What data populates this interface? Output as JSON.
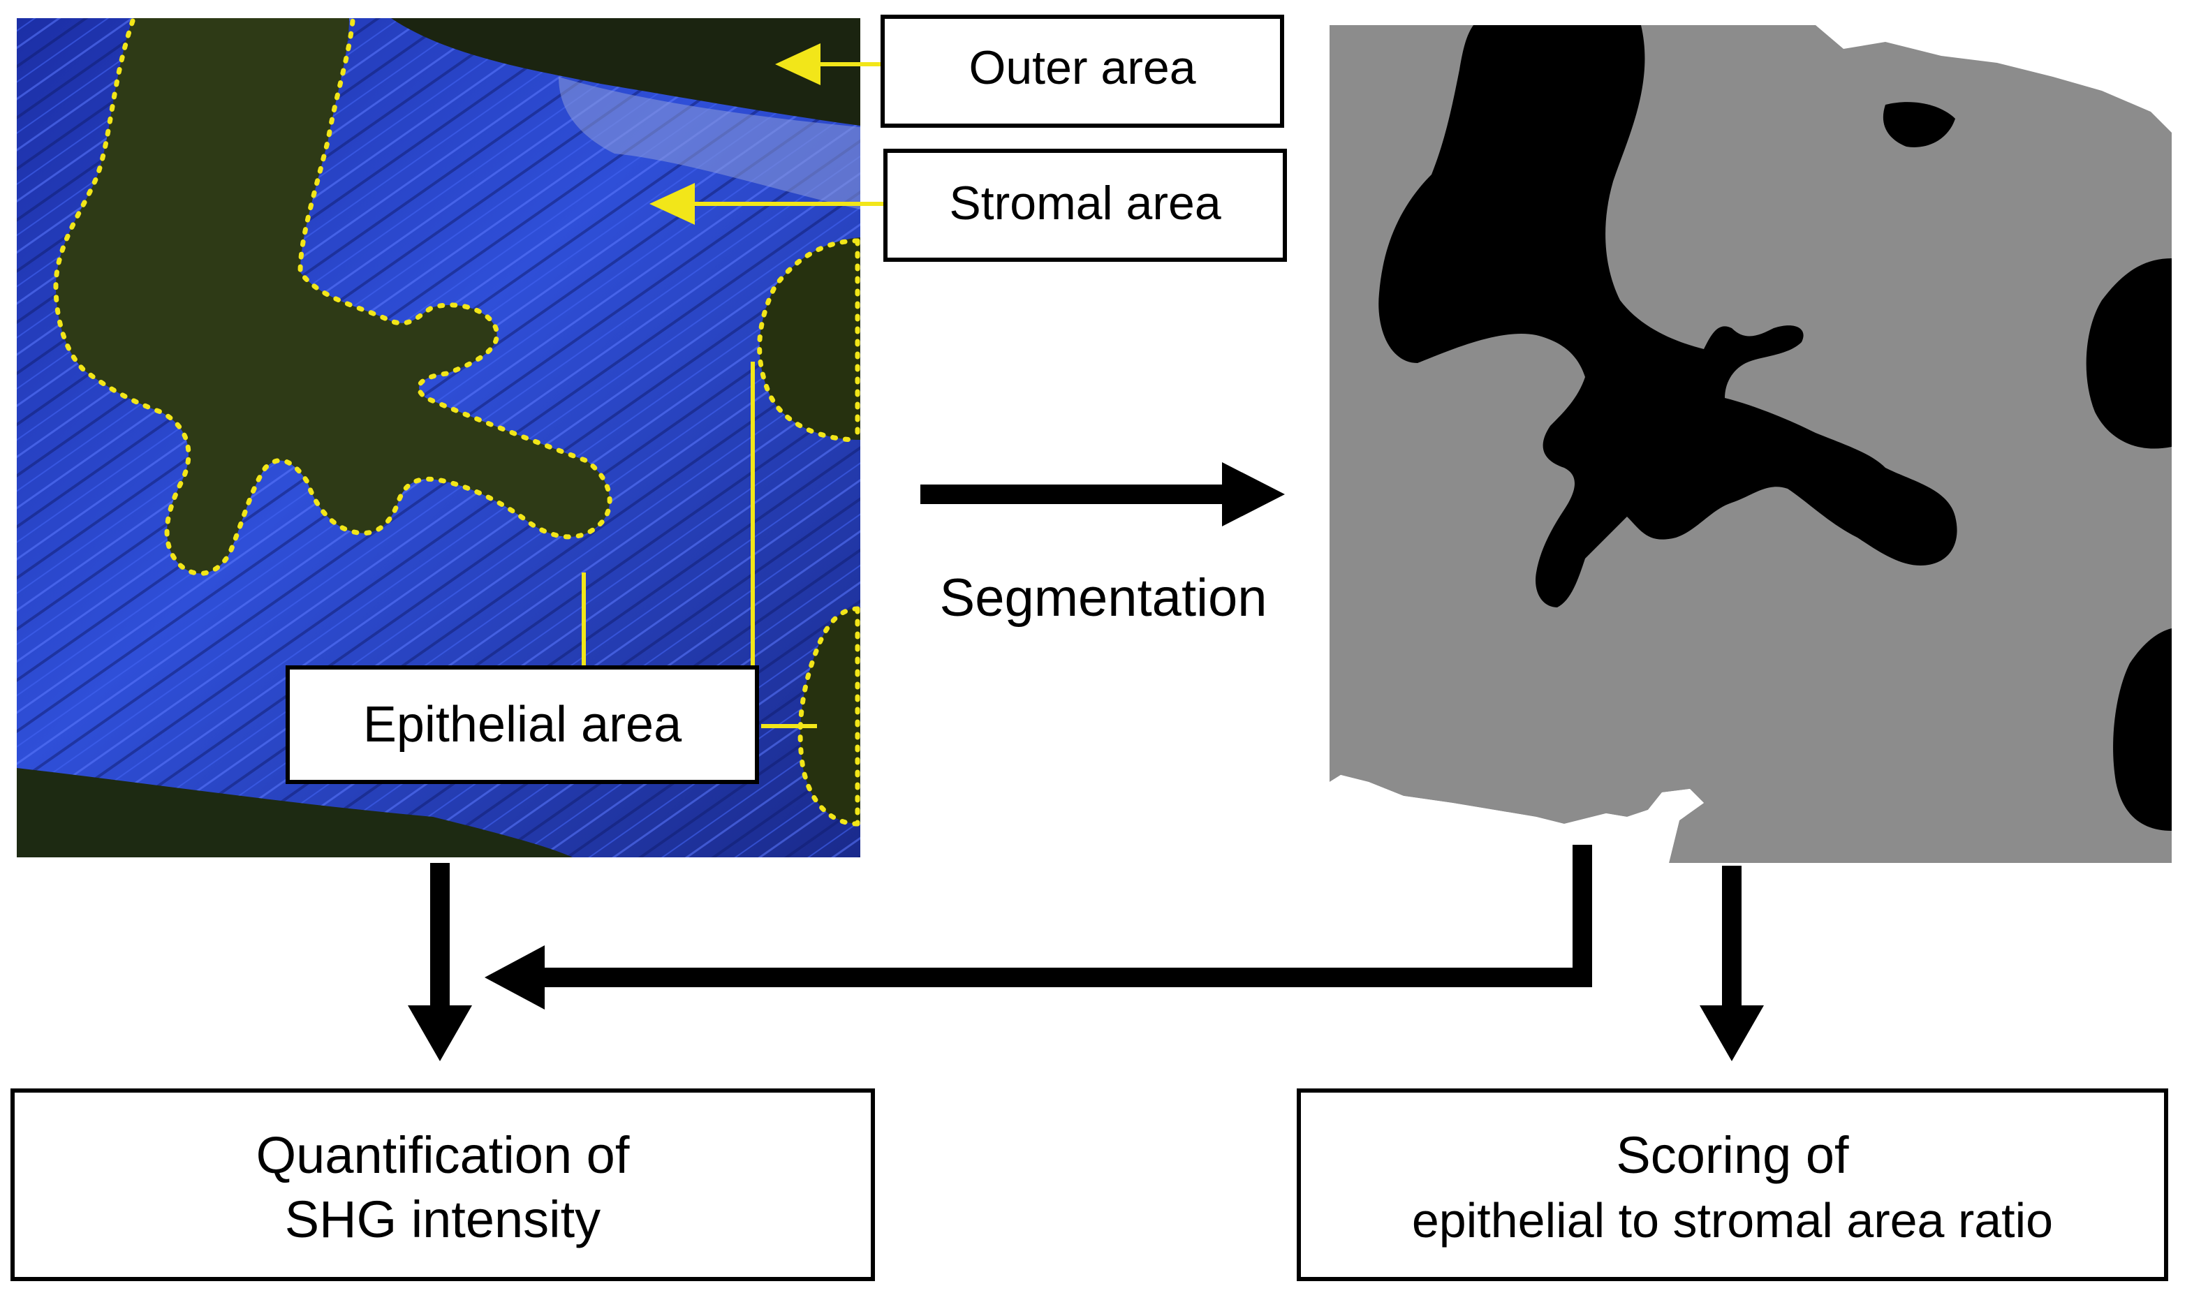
{
  "labels": {
    "outer_area": "Outer area",
    "stromal_area": "Stromal area",
    "epithelial_area": "Epithelial area",
    "segmentation": "Segmentation",
    "quantification_line1": "Quantification of",
    "quantification_line2": "SHG intensity",
    "scoring_line1": "Scoring of",
    "scoring_line2": "epithelial to stromal area ratio"
  },
  "colors": {
    "outline_yellow": "#f2e619",
    "microscopy_blue": "#2f4fd8",
    "microscopy_dark": "#1d2a10",
    "epithelium_green": "#2e3a16",
    "stroma_gray": "#8c8c8c",
    "epithelium_black": "#000000",
    "arrow_black": "#000000"
  }
}
